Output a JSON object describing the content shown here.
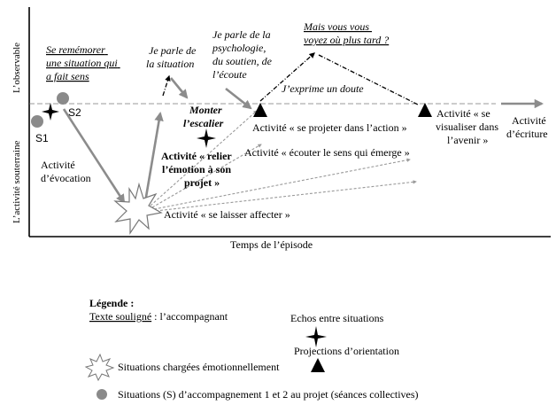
{
  "axes": {
    "y_top": "L’observable",
    "y_bottom": "L’activité souterraine",
    "x": "Temps de l’épisode"
  },
  "situations": {
    "s1": "S1",
    "s2": "S2"
  },
  "companion_texts": {
    "recall": [
      "Se remémorer",
      "une situation qui",
      "a fait sens"
    ],
    "question": [
      "Mais vous vous",
      "voyez où plus tard ?"
    ]
  },
  "speech": {
    "situation": [
      "Je parle de",
      "la situation"
    ],
    "psychology": [
      "Je parle de la",
      "psychologie,",
      "du soutien, de",
      "l’écoute"
    ],
    "doubt": "J’exprime un doute"
  },
  "steps": {
    "stairs": [
      "Monter",
      "l’escalier"
    ]
  },
  "activities": {
    "evocation": [
      "Activité",
      "d’évocation"
    ],
    "relier": [
      "Activité « relier",
      "l’émotion à son",
      "projet »"
    ],
    "projeter": "Activité « se projeter dans l’action »",
    "ecouter": "Activité « écouter le sens qui émerge »",
    "affecter": "Activité « se laisser affecter »",
    "visualiser": [
      "Activité « se",
      "visualiser dans",
      "l’avenir »"
    ],
    "ecriture": [
      "Activité",
      "d’écriture"
    ]
  },
  "legend": {
    "title": "Légende :",
    "underlined_label": "Texte souligné",
    "underlined_desc": " : l’accompagnant",
    "echos": "Echos entre situations",
    "projections": "Projections d’orientation",
    "emotional": "Situations chargées émotionnellement",
    "situations": "Situations (S) d’accompagnement 1 et 2 au projet (séances collectives)"
  },
  "colors": {
    "ink": "#000000",
    "arrow_gray": "#8c8c8c",
    "circle_gray": "#8a8a8a",
    "dash_gray": "#9a9a9a"
  }
}
